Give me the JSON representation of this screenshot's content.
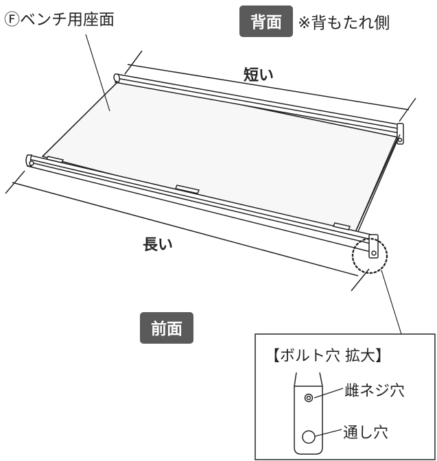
{
  "labels": {
    "seat_name": "Ⓕベンチ用座面",
    "back_badge": "背面",
    "back_note": "※背もたれ側",
    "short_side": "短い",
    "long_side": "長い",
    "front_badge": "前面",
    "detail_title": "【ボルト穴 拡大】",
    "threaded_hole": "雌ネジ穴",
    "through_hole": "通し穴"
  },
  "colors": {
    "ink": "#222222",
    "badge": "#5a5a5a",
    "panel": "#f6f6f6"
  }
}
